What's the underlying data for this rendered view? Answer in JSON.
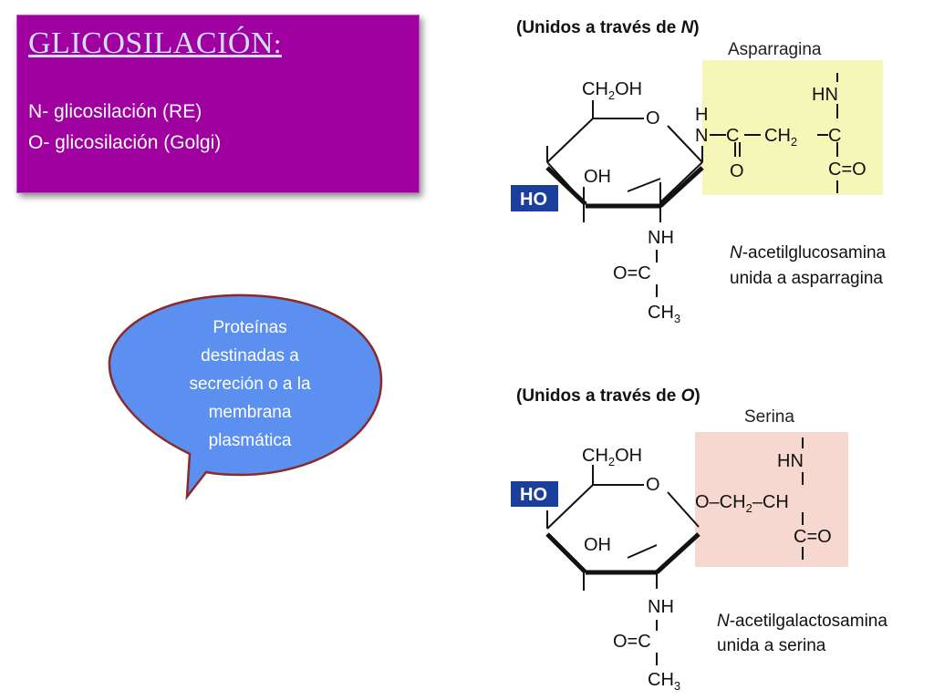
{
  "title_box": {
    "title": "GLICOSILACIÓN",
    "colon": ":",
    "lines": [
      "N- glicosilación (RE)",
      "O- glicosilación (Golgi)"
    ],
    "bg_color": "#a000a0"
  },
  "bubble": {
    "lines": [
      "Proteínas",
      "destinadas a",
      "secreción o a la",
      "membrana",
      "plasmática"
    ],
    "fill_color": "#5b8ff0",
    "border_color": "#8a2a2a"
  },
  "diagram_n": {
    "heading_prefix": "(Unidos a través de ",
    "heading_letter": "N",
    "heading_suffix": ")",
    "amino_acid": "Asparragina",
    "ho": "HO",
    "ch2oh": "CH",
    "ch2oh_sub": "2",
    "ch2oh_end": "OH",
    "ring_o": "O",
    "oh": "OH",
    "nh": "NH",
    "carbonyl": "O=C",
    "ch3": "CH",
    "ch3_sub": "3",
    "linkage_h": "H",
    "linkage_n": "N",
    "c1": "C",
    "ch2": "CH",
    "ch2_sub": "2",
    "c2": "C",
    "o_double": "O",
    "hn": "HN",
    "co": "C=O",
    "caption_italic": "N",
    "caption_rest": "-acetilglucosamina",
    "caption_line2": "unida a asparragina",
    "highlight_color": "#f4f7b8"
  },
  "diagram_o": {
    "heading_prefix": "(Unidos a través de ",
    "heading_letter": "O",
    "heading_suffix": ")",
    "amino_acid": "Serina",
    "ho": "HO",
    "ch2oh": "CH",
    "ch2oh_sub": "2",
    "ch2oh_end": "OH",
    "ring_o": "O",
    "oh": "OH",
    "nh": "NH",
    "carbonyl": "O=C",
    "ch3": "CH",
    "ch3_sub": "3",
    "linkage": "O–CH",
    "linkage_sub": "2",
    "ch": "–CH",
    "hn": "HN",
    "co": "C=O",
    "caption_italic": "N",
    "caption_rest": "-acetilgalactosamina",
    "caption_line2": "unida a serina",
    "highlight_color": "#f6d8d0"
  },
  "ho_badge_color": "#1a3f9c"
}
